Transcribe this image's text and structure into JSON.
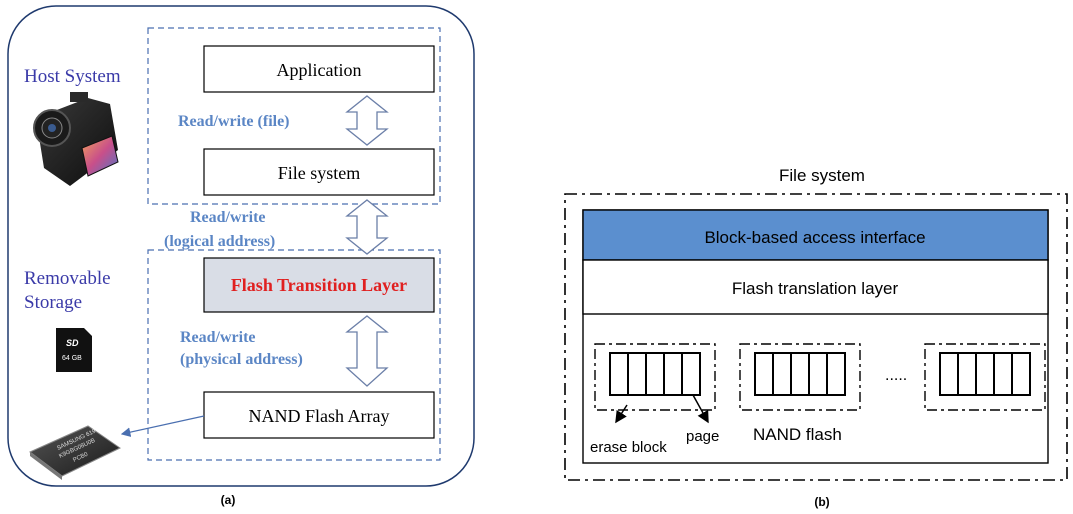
{
  "figure_a": {
    "caption": "(a)",
    "host_label": "Host System",
    "removable_label_line1": "Removable",
    "removable_label_line2": "Storage",
    "layers": {
      "application": "Application",
      "file_system": "File system",
      "ftl": "Flash Transition Layer",
      "nand": "NAND Flash Array"
    },
    "arrows": {
      "rw_file": "Read/write (file)",
      "rw_logical_line1": "Read/write",
      "rw_logical_line2": "(logical address)",
      "rw_physical_line1": "Read/write",
      "rw_physical_line2": "(physical address)"
    },
    "sd_card_text": "64 GB",
    "sd_logo": "SD",
    "chip_text_line1": "SAMSUNG 619",
    "chip_text_line2": "K9GBG08U0B",
    "chip_text_line3": "PCB0",
    "colors": {
      "host_text": "#3a3aa8",
      "arrow_text": "#5b86c5",
      "ftl_text": "#e02020",
      "ftl_fill": "#d9dde6",
      "frame": "#1f3a6e",
      "dashed": "#4a6fb0"
    }
  },
  "figure_b": {
    "caption": "(b)",
    "title": "File system",
    "interface_label": "Block-based access interface",
    "ftl_label": "Flash translation layer",
    "ellipsis": ".....",
    "erase_block_label": "erase block",
    "page_label": "page",
    "nand_label": "NAND flash",
    "colors": {
      "interface_fill": "#5b8fcf"
    }
  }
}
